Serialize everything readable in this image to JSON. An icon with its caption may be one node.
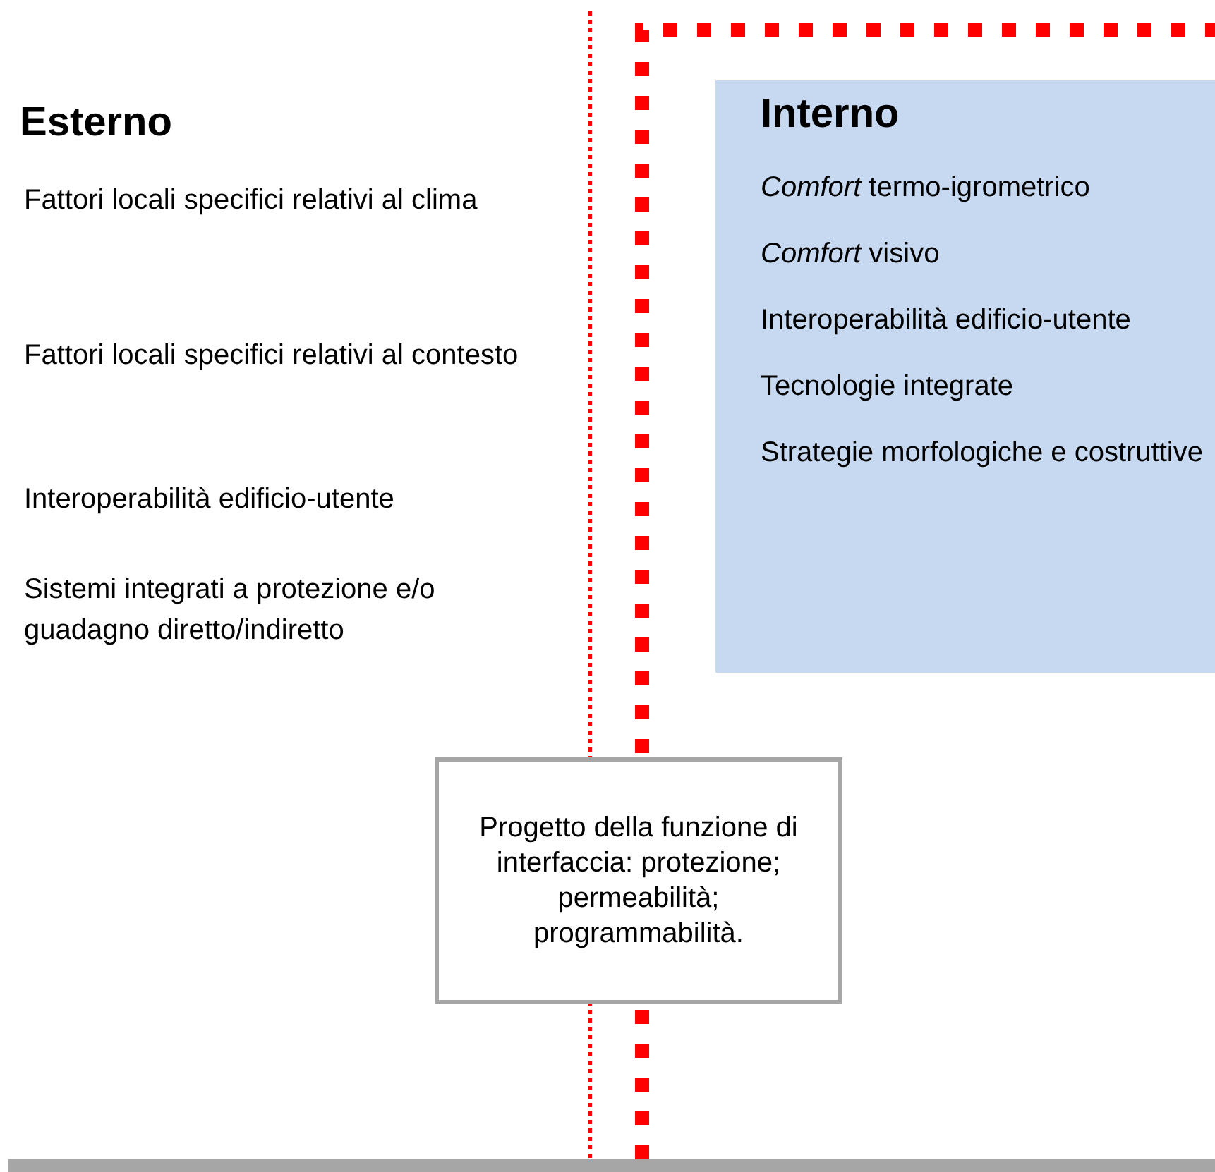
{
  "diagram": {
    "nodes": [
      {
        "text": [
          "Interno",
          "*Comfort* termo-igrometrico",
          "*Comfort* visivo",
          "Interoperabilità edificio-utente",
          "Tecnologie integrate",
          "Strategie morfologiche e costruttive"
        ]
      },
      {
        "text": [
          "Progetto della funzione di interfaccia: protezione; permeabilità; programmabilità."
        ]
      }
    ],
    "edges": [],
    "labels": [
      "Esterno",
      "Fattori locali specifici relativi al clima",
      "Fattori locali specifici relativi al contesto",
      "Interoperabilità edificio-utente",
      "Sistemi integrati a protezione e/o guadagno diretto/indiretto"
    ]
  }
}
